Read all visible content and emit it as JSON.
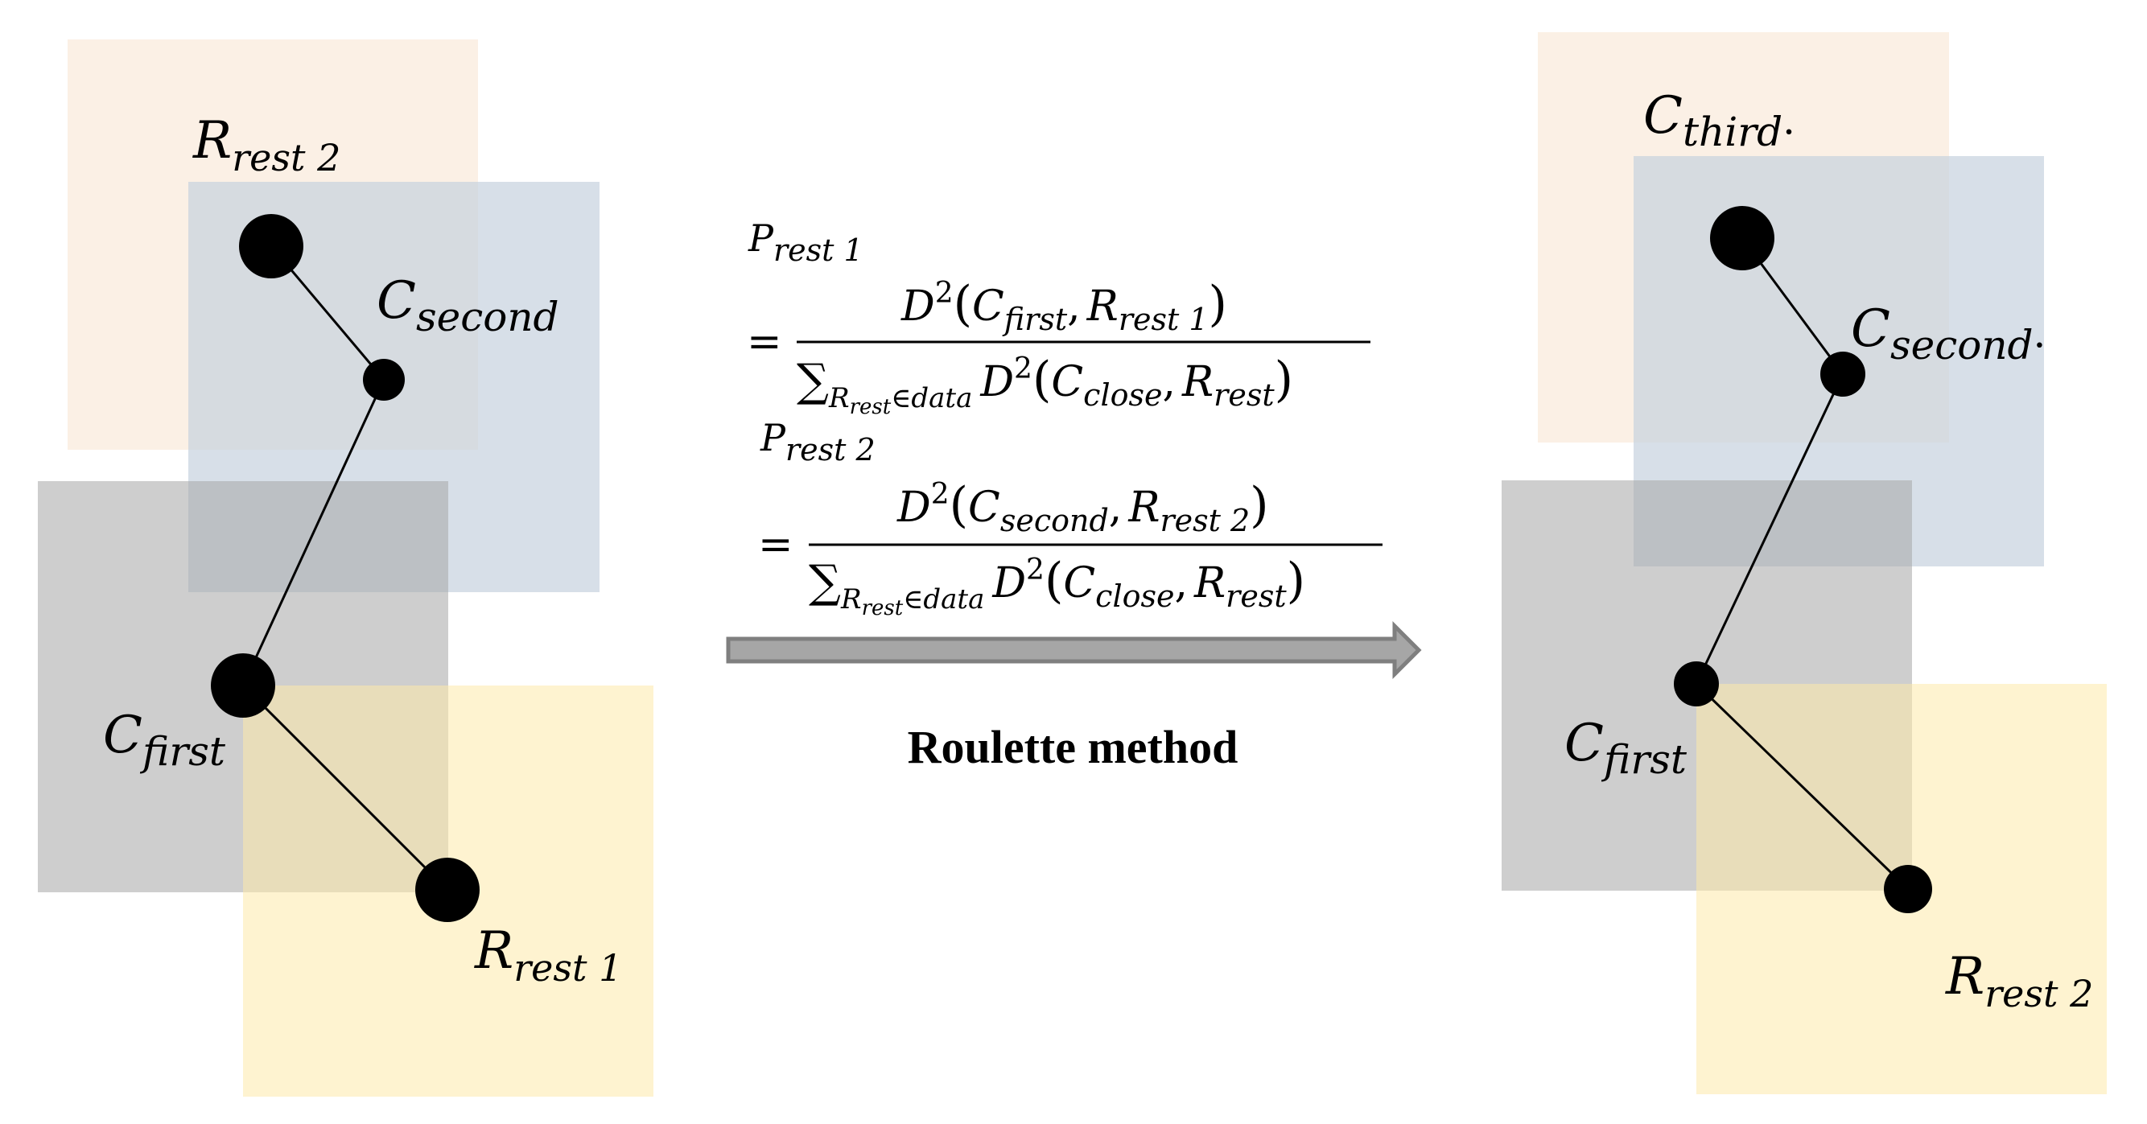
{
  "colors": {
    "peach": "#fbeee2",
    "blue": "#d5dde7",
    "gray": "#a6a6a6",
    "yellow": "#fdf0c9",
    "node": "#000000",
    "arrow_fill": "#a6a6a6",
    "arrow_stroke": "#7f7f7f"
  },
  "left_panel": {
    "labels": {
      "r_rest2": {
        "base": "R",
        "sub": "rest 2"
      },
      "c_second": {
        "base": "C",
        "sub": "second"
      },
      "c_first": {
        "base": "C",
        "sub": "first"
      },
      "r_rest1": {
        "base": "R",
        "sub": "rest 1"
      }
    }
  },
  "right_panel": {
    "labels": {
      "c_third": {
        "base": "C",
        "sub": "third",
        "trail": "·"
      },
      "c_second": {
        "base": "C",
        "sub": "second",
        "trail": "·"
      },
      "c_first": {
        "base": "C",
        "sub": "first"
      },
      "r_rest2": {
        "base": "R",
        "sub": "rest 2"
      }
    }
  },
  "formulas": {
    "p1": {
      "lhs_base": "P",
      "lhs_sub": "rest 1",
      "eq": "=",
      "num_D": "D",
      "num_sup": "2",
      "num_open": "(",
      "num_a": "C",
      "num_a_sub": "first",
      "num_comma": ",",
      "num_b": "R",
      "num_b_sub": "rest 1",
      "num_close": ")",
      "den_sum": "∑",
      "den_sum_sub": "R",
      "den_sum_sub2": "rest",
      "den_sum_sub3": "∈data",
      "den_D": "D",
      "den_sup": "2",
      "den_open": "(",
      "den_a": "C",
      "den_a_sub": "close",
      "den_comma": ",",
      "den_b": "R",
      "den_b_sub": "rest",
      "den_close": ")"
    },
    "p2": {
      "lhs_base": "P",
      "lhs_sub": "rest 2",
      "eq": "=",
      "num_D": "D",
      "num_sup": "2",
      "num_open": "(",
      "num_a": "C",
      "num_a_sub": "second",
      "num_comma": ",",
      "num_b": "R",
      "num_b_sub": "rest 2",
      "num_close": ")",
      "den_sum": "∑",
      "den_sum_sub": "R",
      "den_sum_sub2": "rest",
      "den_sum_sub3": "∈data",
      "den_D": "D",
      "den_sup": "2",
      "den_open": "(",
      "den_a": "C",
      "den_a_sub": "close",
      "den_comma": ",",
      "den_b": "R",
      "den_b_sub": "rest",
      "den_close": ")"
    }
  },
  "caption": "Roulette method"
}
